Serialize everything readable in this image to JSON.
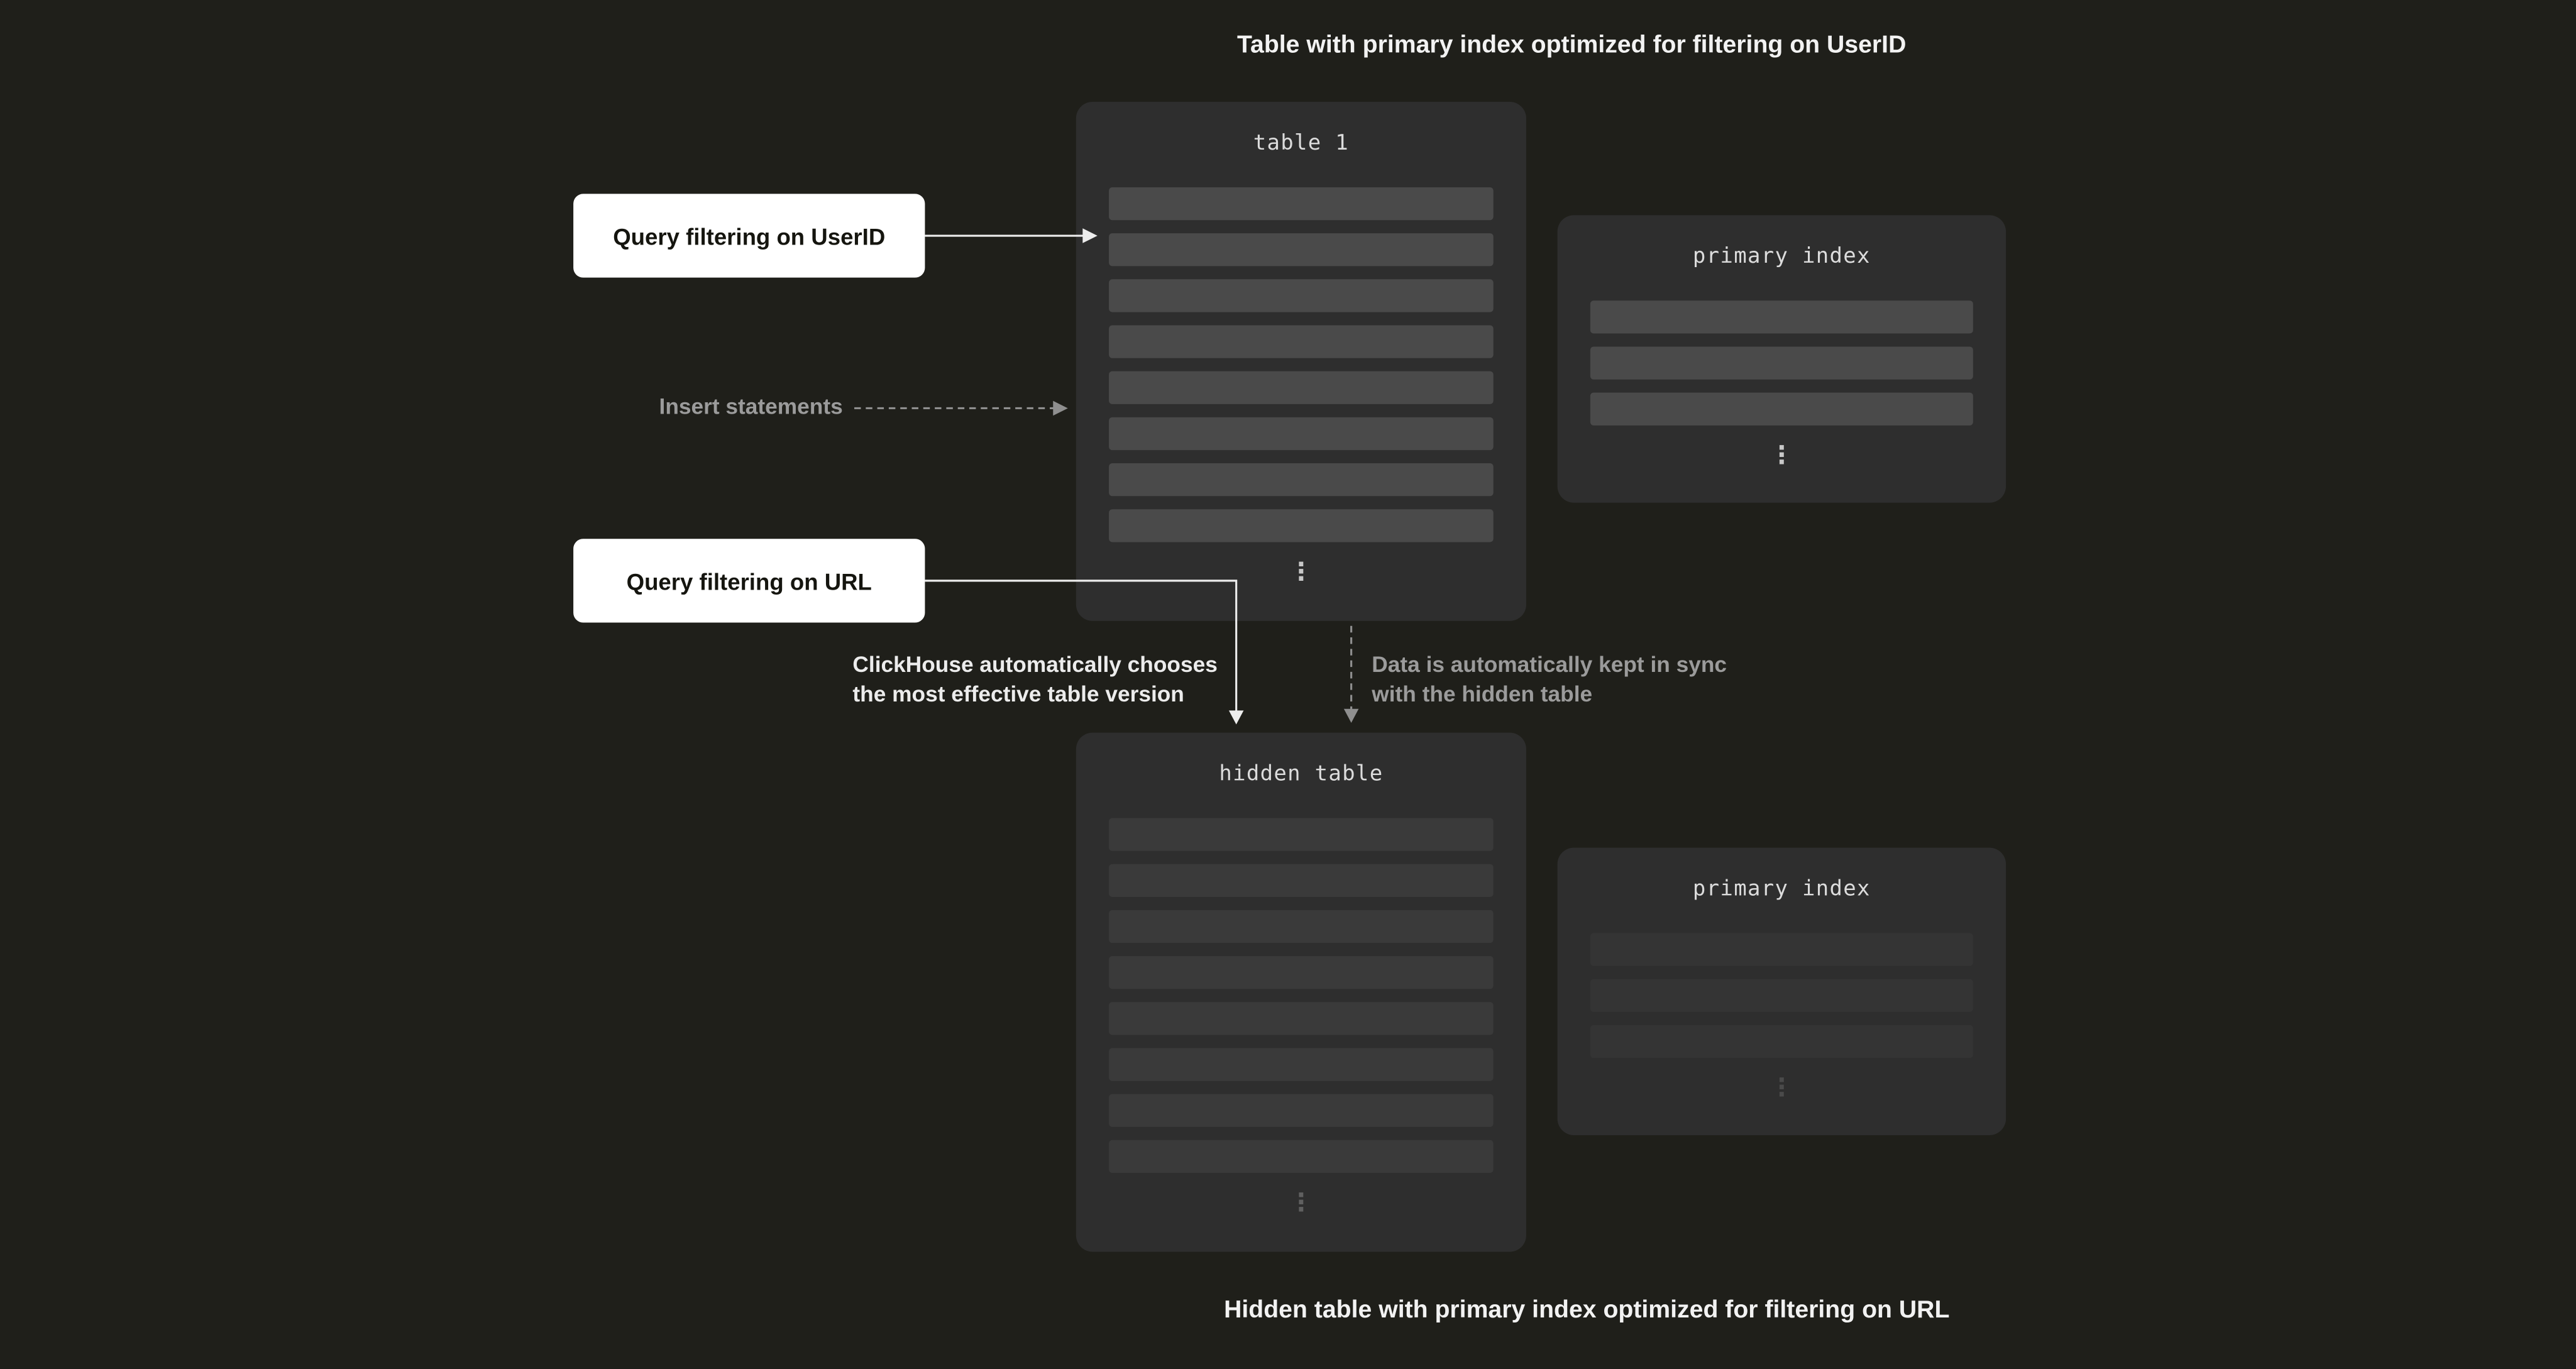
{
  "colors": {
    "background": "#1f1f1a",
    "panel": "#2e2e2e",
    "row_light": "#4a4a4a",
    "row_mid": "#3a3a3a",
    "row_dark": "#343434",
    "box": "#ffffff",
    "text_gray": "#9b9b9b",
    "arrow_solid": "#ededed",
    "arrow_dashed": "#8f8f8f"
  },
  "caption_top": "Table with primary index optimized for filtering on UserID",
  "caption_bottom": "Hidden table with primary index optimized for filtering on URL",
  "boxes": {
    "query_userid": "Query filtering on UserID",
    "query_url": "Query filtering on URL"
  },
  "notes": {
    "insert": "Insert statements",
    "auto_choose": "ClickHouse automatically chooses\nthe most effective table version",
    "sync": "Data is automatically kept in sync\nwith the hidden table"
  },
  "panels": {
    "table1": {
      "title": "table 1",
      "ellipsis": "⋮",
      "row_count": 8
    },
    "hidden_table": {
      "title": "hidden table",
      "ellipsis": "⋮",
      "row_count": 8
    },
    "primary_index_top": {
      "title": "primary index",
      "ellipsis": "⋮",
      "row_count": 3
    },
    "primary_index_bottom": {
      "title": "primary index",
      "ellipsis": "⋮",
      "row_count": 3
    }
  }
}
